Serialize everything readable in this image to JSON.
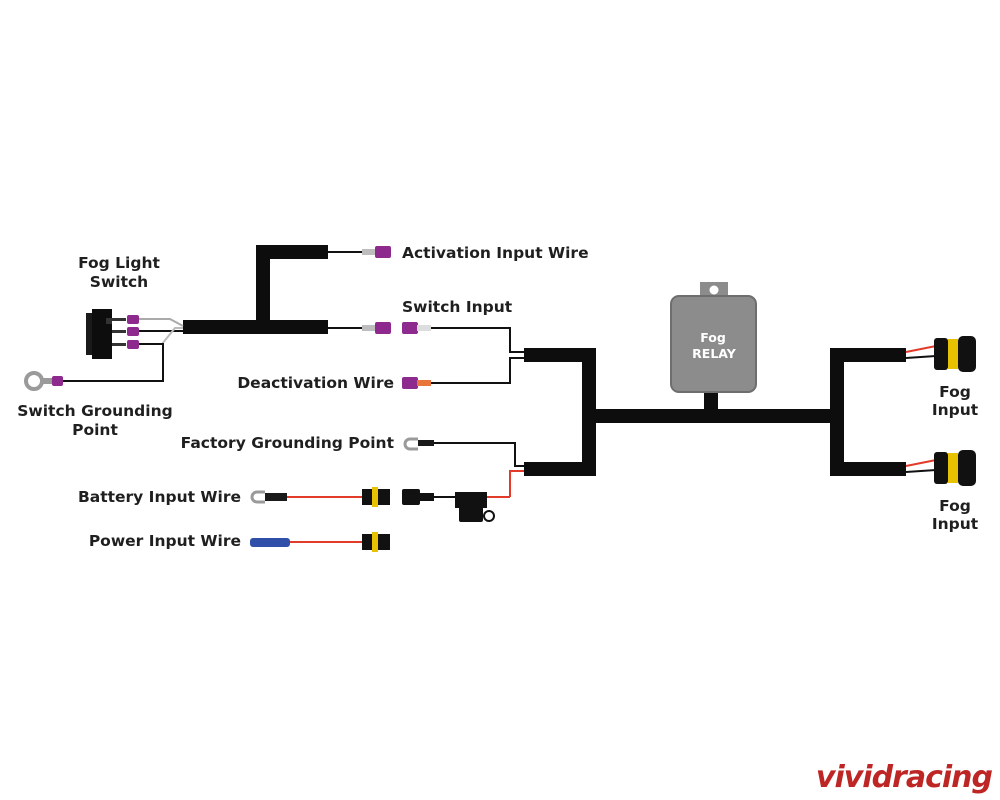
{
  "labels": {
    "fog_light_switch_1": "Fog Light",
    "fog_light_switch_2": "Switch",
    "switch_grounding_1": "Switch Grounding",
    "switch_grounding_2": "Point",
    "activation_input_wire": "Activation Input Wire",
    "switch_input": "Switch Input",
    "deactivation_wire": "Deactivation Wire",
    "factory_grounding_point": "Factory Grounding Point",
    "battery_input_wire": "Battery Input Wire",
    "power_input_wire": "Power Input Wire",
    "relay_1": "Fog",
    "relay_2": "RELAY",
    "fog_input_top_1": "Fog",
    "fog_input_top_2": "Input",
    "fog_input_bottom_1": "Fog",
    "fog_input_bottom_2": "Input"
  },
  "watermark": "vividracing",
  "colors": {
    "harness": "#0d0d0d",
    "relay_body": "#8c8c8c",
    "connector_purple": "#8e2a8e",
    "wire_red": "#e23b2a",
    "wire_blue": "#2f4fa8",
    "fuse_yellow": "#e6c200",
    "watermark": "#b30000"
  },
  "icons": {
    "switch": "rocker-switch-icon",
    "ring_terminal": "ring-terminal-icon",
    "fork_terminal": "fork-terminal-icon",
    "fuse_holder": "inline-fuse-holder-icon",
    "headlight_plug": "fog-light-plug-icon"
  }
}
